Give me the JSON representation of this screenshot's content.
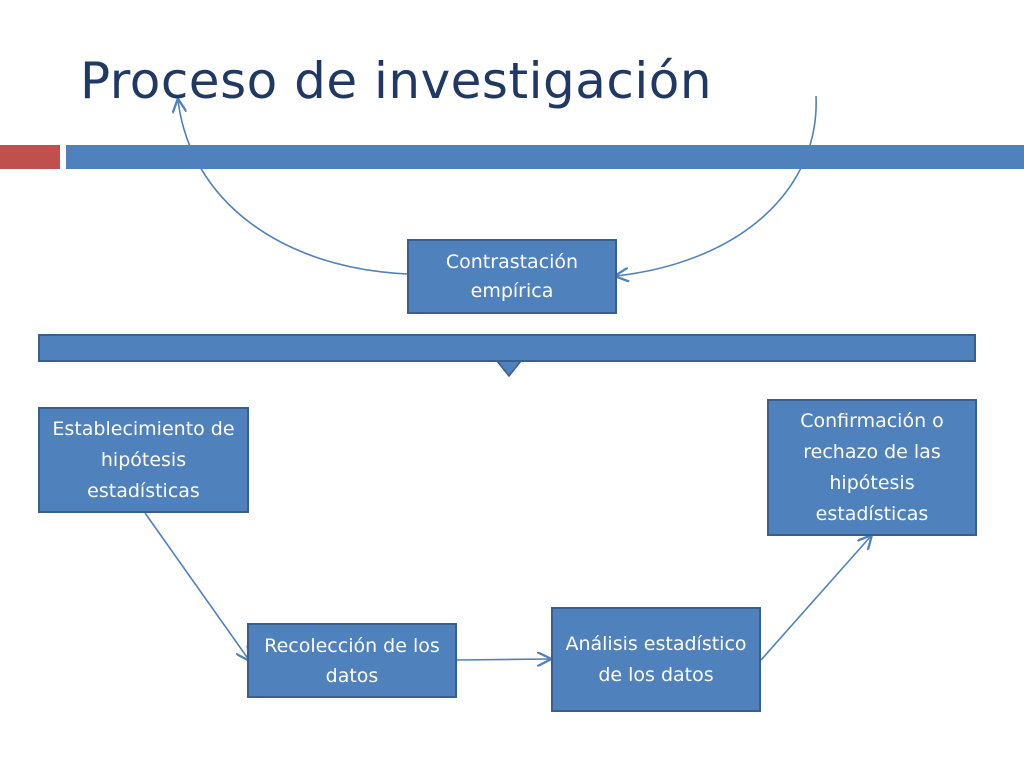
{
  "slide": {
    "title": "Proceso de investigación"
  },
  "diagram": {
    "nodes": {
      "contrastacion": "Contrastación empírica",
      "establecimiento": "Establecimiento de hipótesis estadísticas",
      "recoleccion": "Recolección de los datos",
      "analisis": "Análisis estadístico de los datos",
      "confirmacion": "Confirmación o rechazo de las hipótesis estadísticas"
    }
  },
  "colors": {
    "title": "#1f3864",
    "box_fill": "#4f81bd",
    "box_border": "#3a5f8c",
    "accent_red": "#c0504d",
    "connector": "#4f81bd"
  }
}
